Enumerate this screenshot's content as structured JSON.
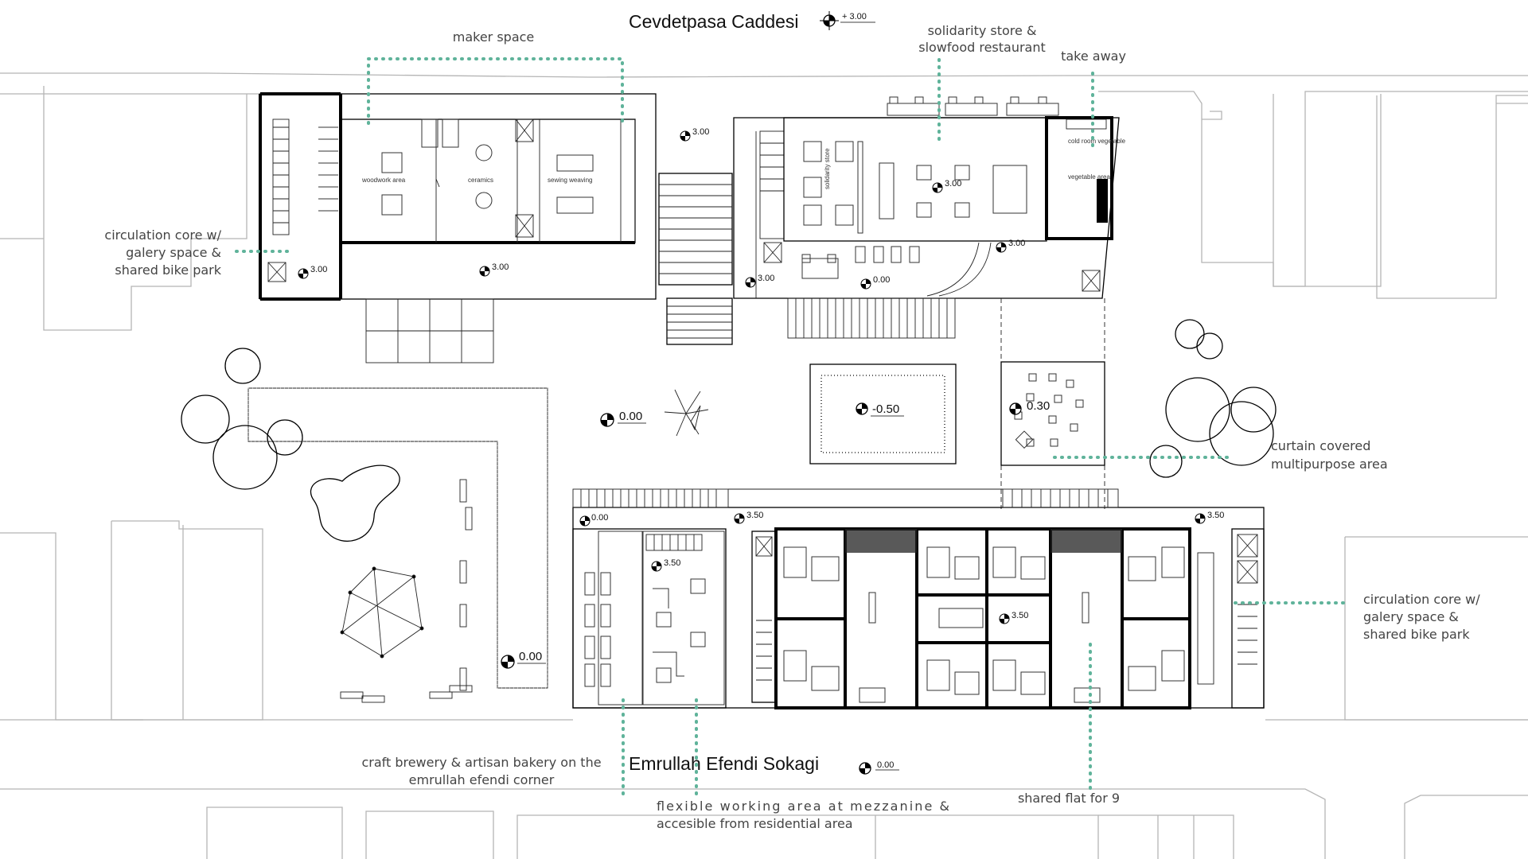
{
  "streets": {
    "north": "Cevdetpasa Caddesi",
    "south": "Emrullah Efendi Sokagi"
  },
  "levels": {
    "north_street": "+ 3.00",
    "maker_core": "3.00",
    "maker_hall": "3.00",
    "stair_top": "3.00",
    "store_core": "3.00",
    "store_mid": "0.00",
    "store_center": "3.00",
    "takeaway": "3.00",
    "plaza": "0.00",
    "pool": "-0.50",
    "multipurpose": "0.30",
    "park": "0.00",
    "res_west": "3.50",
    "res_east": "3.50",
    "flex_work": "3.50",
    "res_center": "3.50",
    "bakery": "0.00",
    "south_street": "0.00"
  },
  "rooms": {
    "woodwork": "woodwork area",
    "ceramics": "ceramics",
    "sewing": "sewing weaving",
    "cold_room": "cold room vegetable",
    "vegetable": "vegetable area",
    "store_area": "solidarity store"
  },
  "annotations": {
    "maker_space": "maker space",
    "solidarity_1": "solidarity store &",
    "solidarity_2": "slowfood restaurant",
    "take_away": "take away",
    "circ_w_1": "circulation core w/",
    "circ_w_2": "galery space &",
    "circ_w_3": "shared bike park",
    "curtain_1": "curtain covered",
    "curtain_2": "multipurpose area",
    "circ_e_1": "circulation core w/",
    "circ_e_2": "galery space &",
    "circ_e_3": "shared bike park",
    "brewery_1": "craft brewery & artisan bakery on the",
    "brewery_2": "emrullah efendi corner",
    "flex_1": "flexible working area at mezzanine &",
    "flex_2": "accesible from residential area",
    "shared_flat": "shared flat for 9"
  },
  "colors": {
    "guide_line": "#5fb39a",
    "context_line": "#b5b5b5",
    "wall": "#000000",
    "label_text": "#444444"
  }
}
